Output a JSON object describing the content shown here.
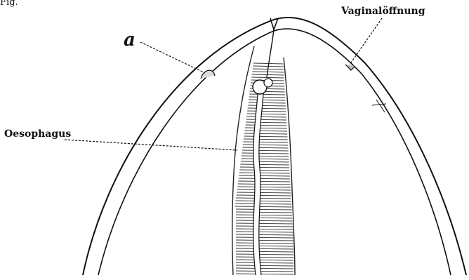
{
  "figure": {
    "caption_fragment": "Fig."
  },
  "labels": {
    "a": "a",
    "vaginal_opening": "Vaginalöffnung",
    "oesophagus": "Oesophagus"
  },
  "colors": {
    "ink": "#111111",
    "background": "#ffffff"
  }
}
